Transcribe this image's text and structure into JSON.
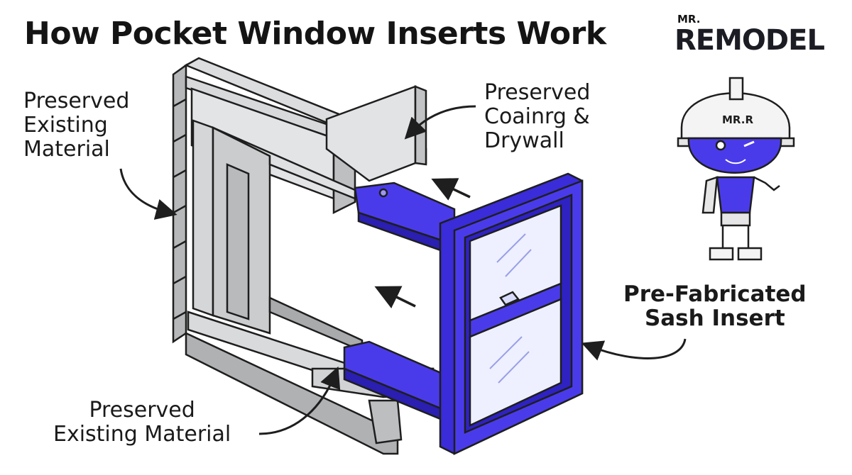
{
  "header": {
    "title": "How Pocket Window Inserts Work"
  },
  "logo": {
    "top_text": "MR.",
    "main_text": "REMODEL",
    "badge_text": "MR.R"
  },
  "labels": {
    "left": [
      "Preserved",
      "Existing",
      "Material"
    ],
    "top_right": [
      "Preserved",
      "Coainrg &",
      "Drywall"
    ],
    "bottom": [
      "Preserved",
      "Existing Material"
    ],
    "sash": [
      "Pre-Fabricated",
      "Sash Insert"
    ]
  },
  "colors": {
    "insert_blue": "#4a3bea",
    "insert_dark": "#2a1fb0",
    "frame_gray": "#cfd0d2",
    "outline": "#1e1e1e"
  }
}
